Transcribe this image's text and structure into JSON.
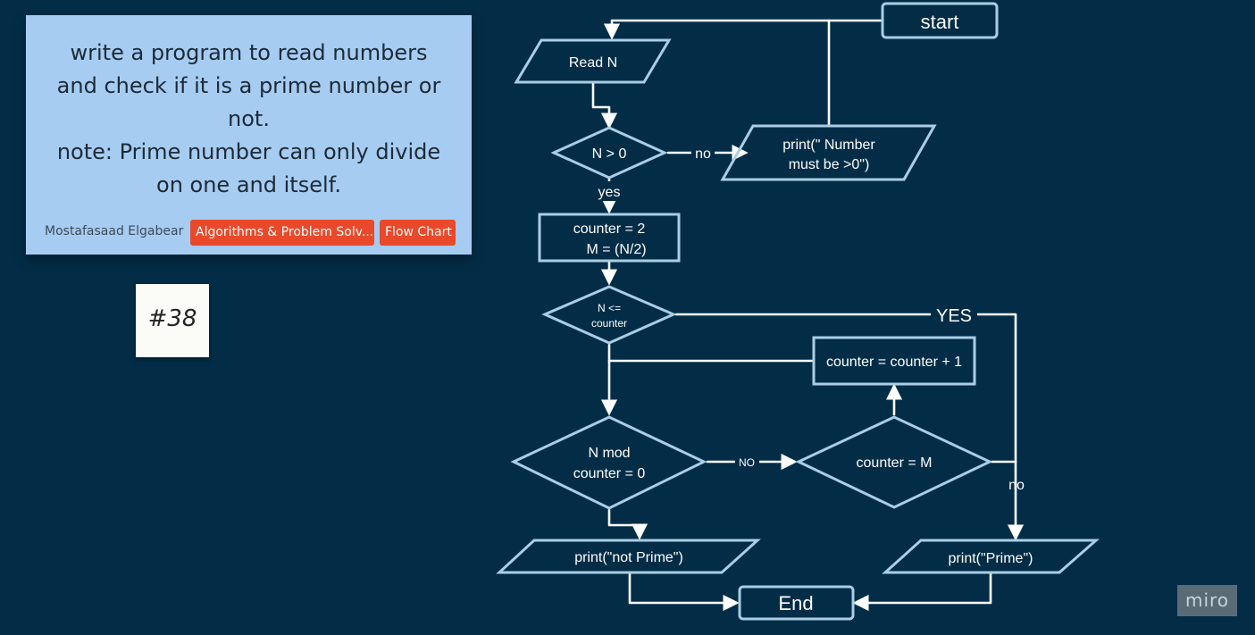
{
  "note": {
    "text": "write a program to read numbers\nand check if it is a prime number or\nnot.\nnote: Prime number can only divide\non one and itself.",
    "author": "Mostafasaad Elgabear",
    "tags": [
      "Algorithms & Problem Solv...",
      "Flow Chart"
    ]
  },
  "sticker": {
    "text": "#38"
  },
  "flow": {
    "start": "start",
    "read": "Read N",
    "cond_positive": "N > 0",
    "print_error_1": "print(\" Number",
    "print_error_2": "must be >0\")",
    "init_1": "counter = 2",
    "init_2": "M = (N/2)",
    "cond_loop_1": "N <=",
    "cond_loop_2": "counter",
    "increment": "counter = counter + 1",
    "cond_mod_1": "N mod",
    "cond_mod_2": "counter  = 0",
    "cond_eq": "counter = M",
    "print_not_prime": "print(\"not Prime\")",
    "print_prime": "print(\"Prime\")",
    "end": "End",
    "labels": {
      "no_1": "no",
      "yes_1": "yes",
      "yes_2": "YES",
      "no_2": "NO",
      "no_3": "no"
    }
  },
  "watermark": "miro",
  "colors": {
    "background": "#032d47",
    "note": "#a6ccf2",
    "tag": "#e9492a",
    "shape_stroke": "#a9cee6",
    "connector": "#ffffff"
  }
}
